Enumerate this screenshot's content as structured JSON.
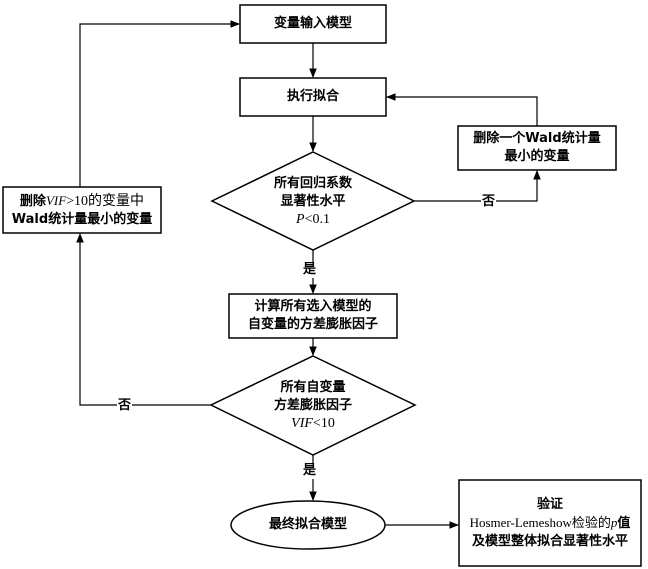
{
  "nodes": {
    "input_model": {
      "label": "变量输入模型"
    },
    "fit": {
      "label": "执行拟合"
    },
    "remove_min_wald": {
      "line1": "删除一个Wald统计量",
      "line2": "最小的变量"
    },
    "sig_check": {
      "line1": "所有回归系数",
      "line2": "显著性水平",
      "cond_var": "P",
      "cond_op": "<0.1"
    },
    "calc_vif": {
      "line1": "计算所有选入模型的",
      "line2": "自变量的方差膨胀因子"
    },
    "vif_check": {
      "line1": "所有自变量",
      "line2": "方差膨胀因子",
      "cond_var": "VIF",
      "cond_op": "<10"
    },
    "remove_vif": {
      "line1_pre": "删除",
      "line1_var": "VIF",
      "line1_post": ">10的变量中",
      "line2": "Wald统计量最小的变量"
    },
    "final_model": {
      "label": "最终拟合模型"
    },
    "validate": {
      "line1": "验证",
      "line2_pre": "Hosmer-Lemeshow检验的",
      "line2_var": "p",
      "line2_post": "值",
      "line3": "及模型整体拟合显著性水平"
    }
  },
  "edge_labels": {
    "sig_no": "否",
    "sig_yes": "是",
    "vif_no": "否",
    "vif_yes": "是"
  }
}
